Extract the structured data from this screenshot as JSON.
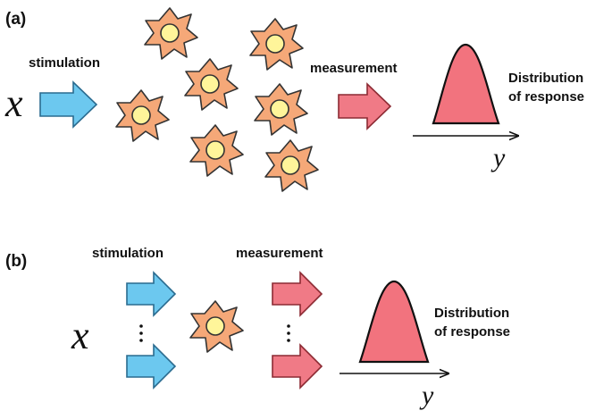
{
  "panel_a": {
    "label": "(a)",
    "input_var": "x",
    "stimulation": "stimulation",
    "measurement": "measurement",
    "distribution_line1": "Distribution",
    "distribution_line2": "of response",
    "output_var": "y"
  },
  "panel_b": {
    "label": "(b)",
    "input_var": "x",
    "stimulation": "stimulation",
    "measurement": "measurement",
    "distribution_line1": "Distribution",
    "distribution_line2": "of response",
    "output_var": "y"
  },
  "colors": {
    "stimulation_arrow": "#6cc8ef",
    "measurement_arrow": "#f07a86",
    "cell_body": "#f5a878",
    "cell_nucleus": "#fff59a",
    "distribution_fill": "#f2737e"
  }
}
